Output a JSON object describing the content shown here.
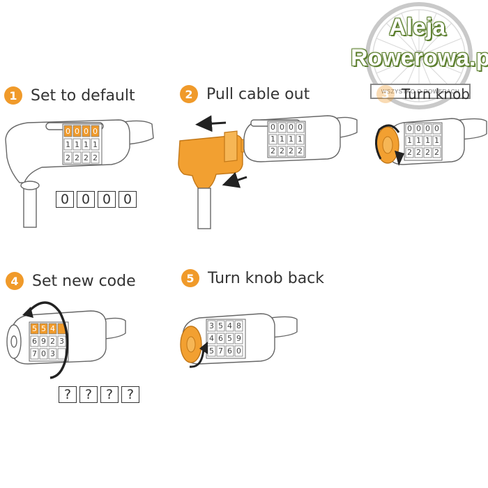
{
  "colors": {
    "accent": "#f09a2a",
    "lock_orange": "#f2a031",
    "outline": "#555555",
    "arrow": "#333333"
  },
  "watermark": {
    "line1": "Aleja",
    "line2": "Rowerowa.pl",
    "ribbon": "WSZYSTKO O ROWERACH"
  },
  "steps": [
    {
      "number": "1",
      "title": "Set to default",
      "code": [
        "0",
        "0",
        "0",
        "0"
      ]
    },
    {
      "number": "2",
      "title": "Pull cable out"
    },
    {
      "number": "3",
      "title": "Turn knob"
    },
    {
      "number": "4",
      "title": "Set new code",
      "code": [
        "?",
        "?",
        "?",
        "?"
      ]
    },
    {
      "number": "5",
      "title": "Turn knob back"
    }
  ],
  "dials": {
    "s1": [
      [
        "0",
        "0",
        "0",
        "0"
      ],
      [
        "1",
        "1",
        "1",
        "1"
      ],
      [
        "2",
        "2",
        "2",
        "2"
      ]
    ],
    "s2": [
      [
        "0",
        "0",
        "0",
        "0"
      ],
      [
        "1",
        "1",
        "1",
        "1"
      ],
      [
        "2",
        "2",
        "2",
        "2"
      ]
    ],
    "s3": [
      [
        "0",
        "0",
        "0",
        "0"
      ],
      [
        "1",
        "1",
        "1",
        "1"
      ],
      [
        "2",
        "2",
        "2",
        "2"
      ]
    ],
    "s4": [
      [
        "5",
        "5",
        "4",
        ""
      ],
      [
        "6",
        "9",
        "2",
        "3"
      ],
      [
        "7",
        "0",
        "3",
        ""
      ]
    ],
    "s5": [
      [
        "3",
        "5",
        "4",
        "8"
      ],
      [
        "4",
        "6",
        "5",
        "9"
      ],
      [
        "5",
        "7",
        "6",
        "0"
      ]
    ]
  }
}
